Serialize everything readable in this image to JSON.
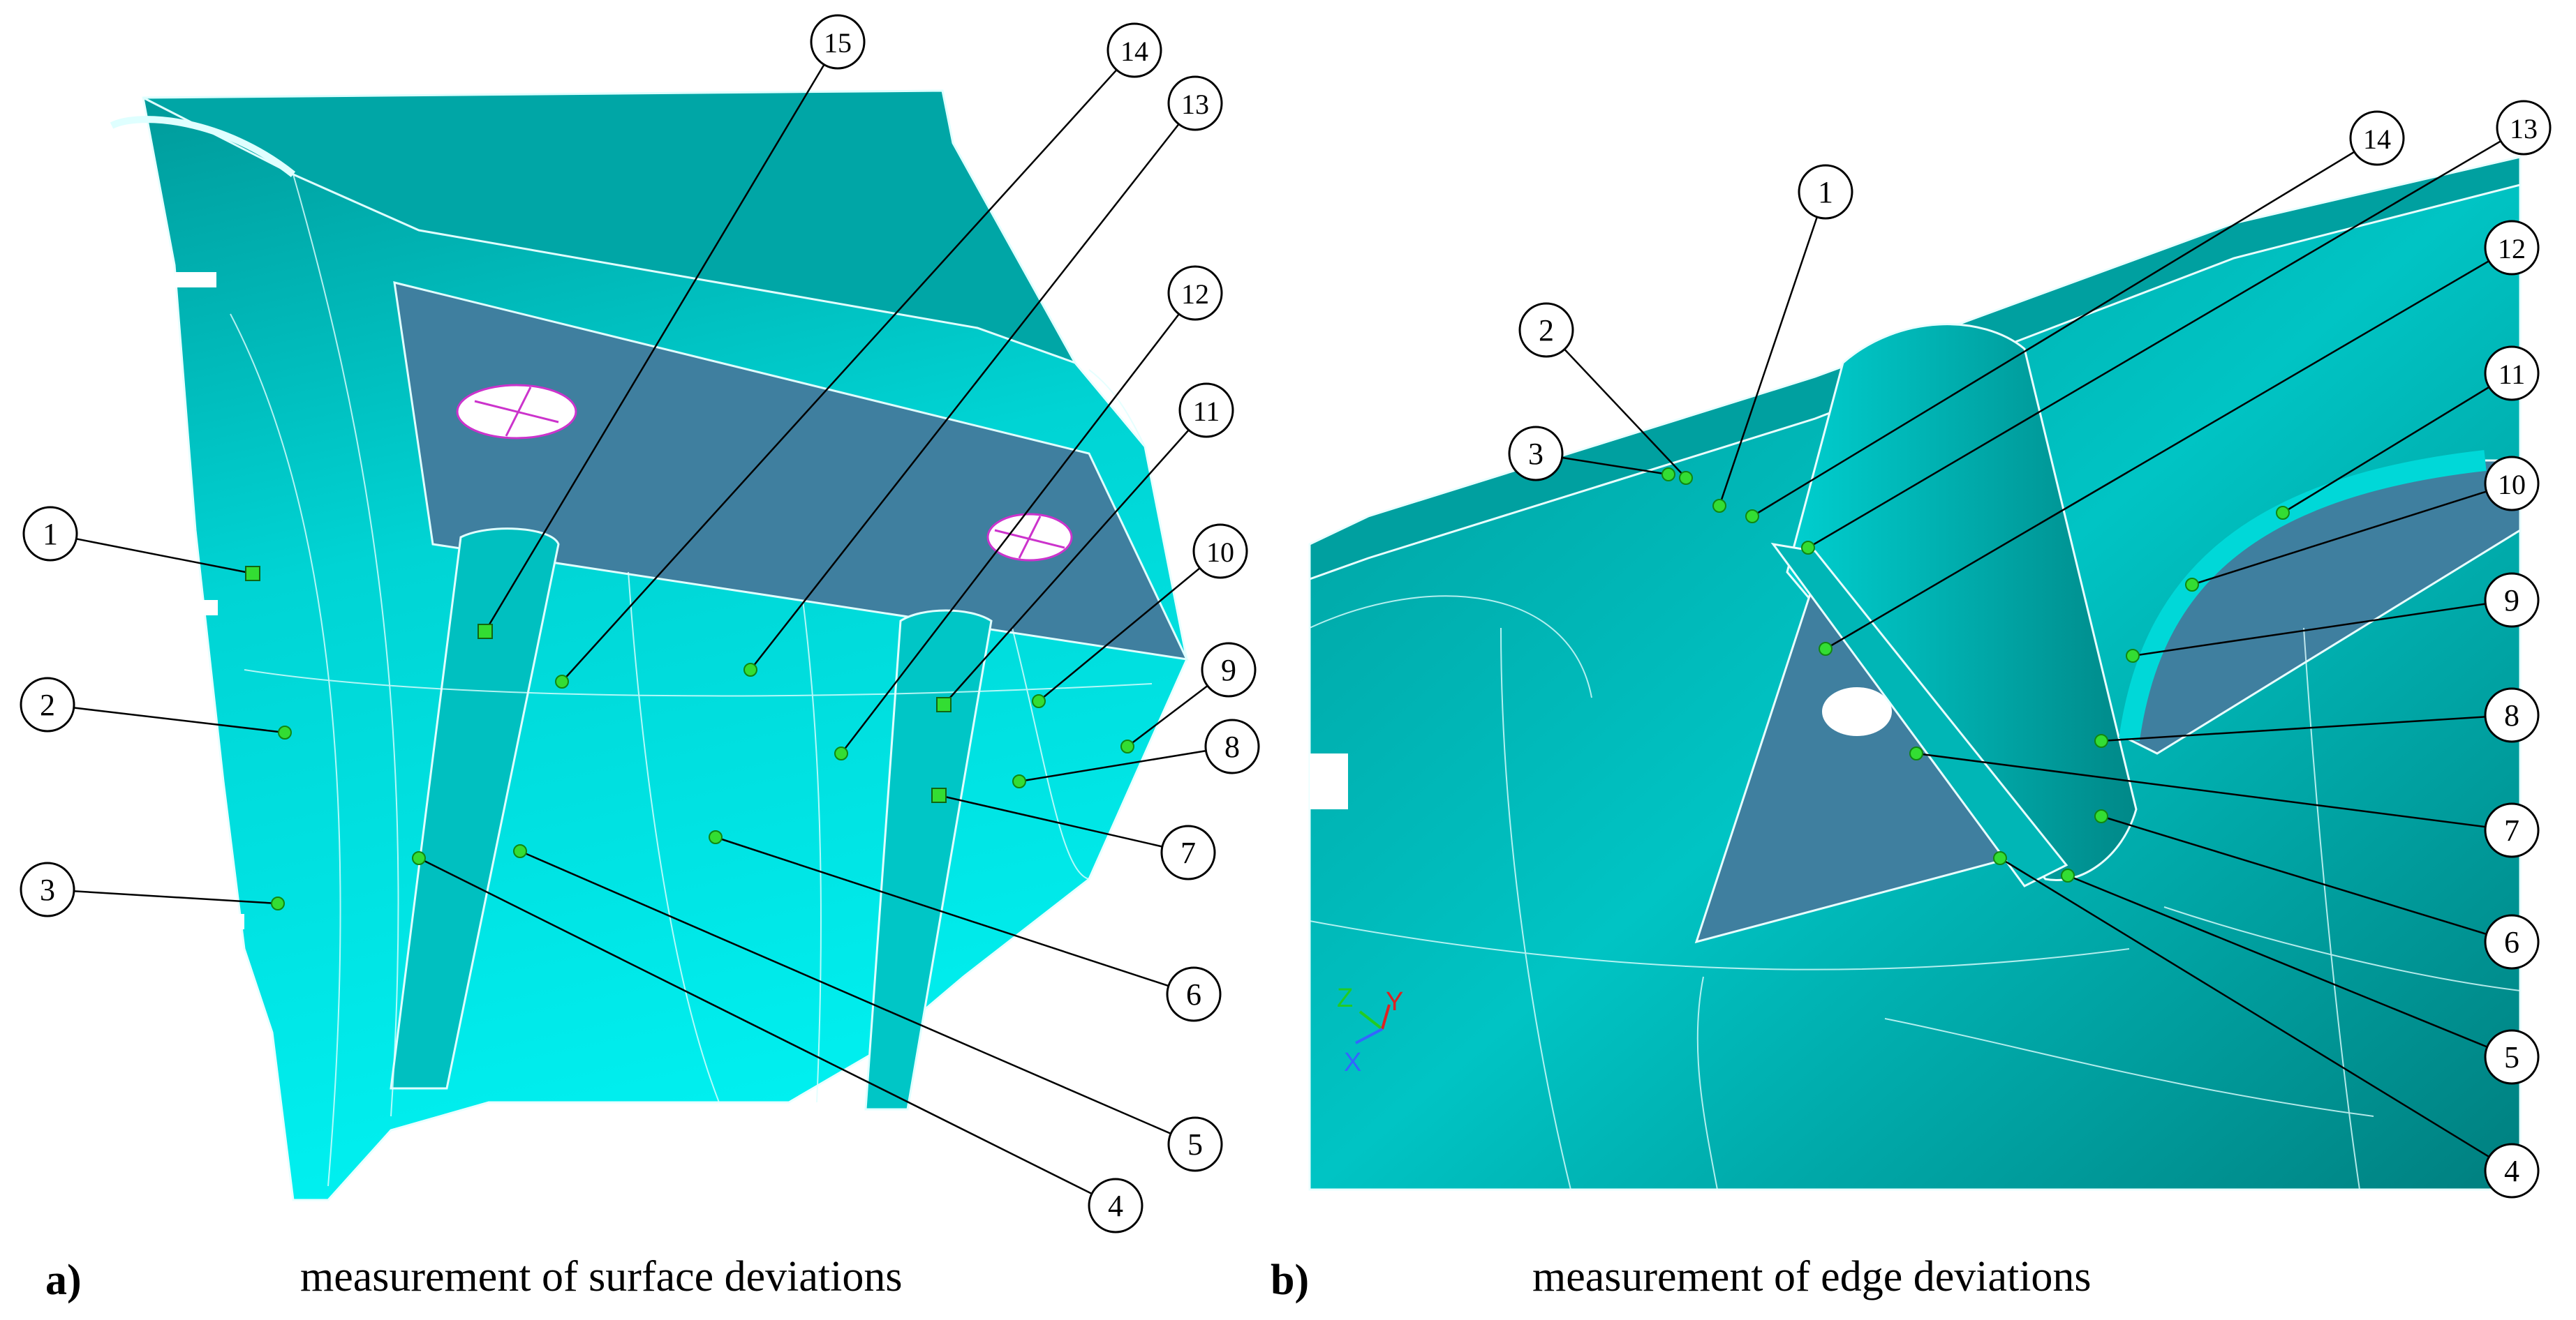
{
  "panels": [
    {
      "label": "a)",
      "caption": "measurement of surface deviations",
      "points": [
        "1",
        "2",
        "3",
        "4",
        "5",
        "6",
        "7",
        "8",
        "9",
        "10",
        "11",
        "12",
        "13",
        "14",
        "15"
      ]
    },
    {
      "label": "b)",
      "caption": "measurement of edge deviations",
      "points": [
        "1",
        "2",
        "3",
        "4",
        "5",
        "6",
        "7",
        "8",
        "9",
        "10",
        "11",
        "12",
        "13",
        "14"
      ]
    }
  ],
  "axis_triad": {
    "x": "X",
    "y": "Y",
    "z": "Z"
  },
  "colors": {
    "part_light": "#00e6e6",
    "part_mid": "#00c8c8",
    "part_dark": "#009a9a",
    "flat_face": "#3f7f9f",
    "point": "#33dd33",
    "leader": "#000000"
  }
}
